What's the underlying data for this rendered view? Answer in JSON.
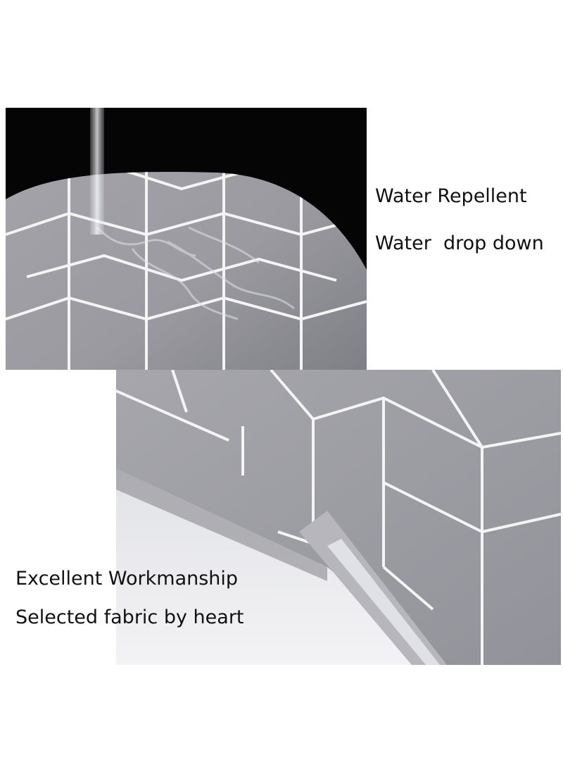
{
  "top_panel": {
    "captions": {
      "line1": "Water Repellent",
      "line2": "Water  drop down"
    }
  },
  "bottom_panel": {
    "captions": {
      "line1": "Excellent Workmanship",
      "line2": "Selected fabric by heart"
    }
  },
  "colors": {
    "fabric_grey": "#9c9ca2",
    "pattern_line": "#f4f4f4",
    "backdrop_dark": "#050505",
    "page_background": "#ffffff"
  }
}
